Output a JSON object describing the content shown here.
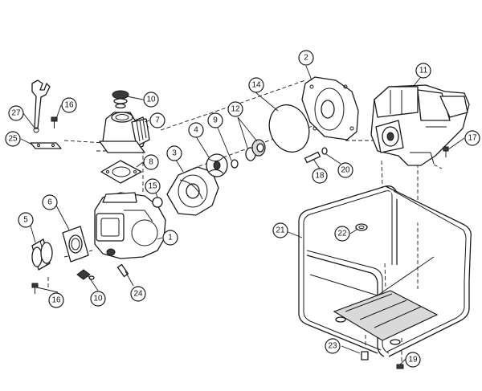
{
  "colors": {
    "background": "#ffffff",
    "line": "#1a1a1a",
    "shade": "#d9d9d9"
  },
  "callouts": [
    {
      "id": "c1",
      "label": "1"
    },
    {
      "id": "c2",
      "label": "2"
    },
    {
      "id": "c3",
      "label": "3"
    },
    {
      "id": "c4",
      "label": "4"
    },
    {
      "id": "c5",
      "label": "5"
    },
    {
      "id": "c6",
      "label": "6"
    },
    {
      "id": "c7",
      "label": "7"
    },
    {
      "id": "c8",
      "label": "8"
    },
    {
      "id": "c9",
      "label": "9"
    },
    {
      "id": "c10a",
      "label": "10"
    },
    {
      "id": "c10b",
      "label": "10"
    },
    {
      "id": "c11",
      "label": "11"
    },
    {
      "id": "c12",
      "label": "12"
    },
    {
      "id": "c14",
      "label": "14"
    },
    {
      "id": "c15",
      "label": "15"
    },
    {
      "id": "c16a",
      "label": "16"
    },
    {
      "id": "c16b",
      "label": "16"
    },
    {
      "id": "c17",
      "label": "17"
    },
    {
      "id": "c18",
      "label": "18"
    },
    {
      "id": "c19",
      "label": "19"
    },
    {
      "id": "c20",
      "label": "20"
    },
    {
      "id": "c21",
      "label": "21"
    },
    {
      "id": "c22",
      "label": "22"
    },
    {
      "id": "c23",
      "label": "23"
    },
    {
      "id": "c24",
      "label": "24"
    },
    {
      "id": "c25",
      "label": "25"
    },
    {
      "id": "c27",
      "label": "27"
    }
  ]
}
